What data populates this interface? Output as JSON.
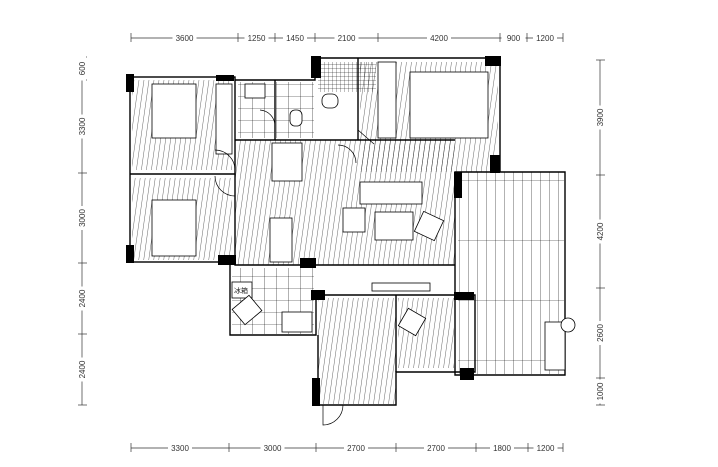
{
  "title": "Apartment floor plan",
  "dimensions": {
    "top": [
      "3600",
      "1250",
      "1450",
      "2100",
      "4200",
      "900",
      "1200"
    ],
    "bottom": [
      "3300",
      "3000",
      "2700",
      "2700",
      "1800",
      "1200"
    ],
    "left": [
      "600",
      "3300",
      "3000",
      "2400",
      "2400"
    ],
    "right": [
      "3900",
      "4200",
      "2600",
      "1000"
    ]
  },
  "labels": {
    "fridge": "冰箱"
  },
  "colors": {
    "line": "#000000",
    "dim": "#333333",
    "background": "#ffffff"
  }
}
